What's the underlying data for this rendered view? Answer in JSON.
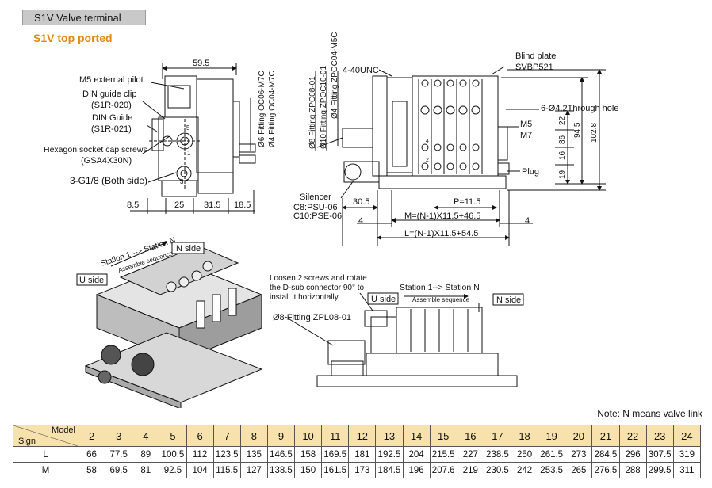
{
  "header": {
    "title": "S1V Valve terminal",
    "subtitle": "S1V  top ported"
  },
  "side_view": {
    "dim_width": "59.5",
    "labels": [
      "M5 external pilot",
      "DIN guide clip",
      "(S1R-020)",
      "DIN Guide",
      "(S1R-021)",
      "Hexagon socket cap screws",
      "(GSA4X30N)",
      "3-G1/8 (Both side)"
    ],
    "fittings": [
      "Ø6 Fitting OC06-M7C",
      "Ø4 Fitting OC04-M7C"
    ],
    "port_numbers": [
      "5",
      "1",
      "3"
    ],
    "bottom_dims": [
      "8.5",
      "25",
      "31.5",
      "18.5"
    ]
  },
  "front_view": {
    "fittings": [
      "Ø8 Fitting ZPC08-01",
      "Ø10 Fitting ZPOC10-01",
      "Ø4 Fitting ZPOC04-M5C"
    ],
    "labels": [
      "4-40UNC",
      "Blind plate",
      "SVBP521",
      "6-Ø4.2Through hole",
      "M5",
      "M7",
      "Plug",
      "Silencer",
      "C8:PSU-06",
      "C10:PSE-06"
    ],
    "port_labels": [
      "4",
      "2"
    ],
    "dims_vertical": [
      "22",
      "86",
      "16",
      "19",
      "94.5",
      "102.8"
    ],
    "dims_bottom": [
      "30.5",
      "P=11.5",
      "4",
      "M=(N-1)X11.5+46.5",
      "4",
      "L=(N-1)X11.5+54.5"
    ]
  },
  "iso_view": {
    "labels": [
      "Station 1 --> Station N",
      "Assemble sequence",
      "N side",
      "U side"
    ]
  },
  "install_view": {
    "labels": [
      "Loosen 2 screws and rotate",
      "the D-sub connector 90° to",
      "install it horizontally",
      "Ø8 Fitting ZPL08-01",
      "U side",
      "Station 1--> Station N",
      "Assemble sequence",
      "N side"
    ]
  },
  "note": "Note: N means valve link",
  "table": {
    "corner_model": "Model",
    "corner_sign": "Sign",
    "models": [
      "2",
      "3",
      "4",
      "5",
      "6",
      "7",
      "8",
      "9",
      "10",
      "11",
      "12",
      "13",
      "14",
      "15",
      "16",
      "17",
      "18",
      "19",
      "20",
      "21",
      "22",
      "23",
      "24"
    ],
    "rows": [
      {
        "sign": "L",
        "values": [
          "66",
          "77.5",
          "89",
          "100.5",
          "112",
          "123.5",
          "135",
          "146.5",
          "158",
          "169.5",
          "181",
          "192.5",
          "204",
          "215.5",
          "227",
          "238.5",
          "250",
          "261.5",
          "273",
          "284.5",
          "296",
          "307.5",
          "319"
        ]
      },
      {
        "sign": "M",
        "values": [
          "58",
          "69.5",
          "81",
          "92.5",
          "104",
          "115.5",
          "127",
          "138.5",
          "150",
          "161.5",
          "173",
          "184.5",
          "196",
          "207.6",
          "219",
          "230.5",
          "242",
          "253.5",
          "265",
          "276.5",
          "288",
          "299.5",
          "311"
        ]
      }
    ]
  }
}
